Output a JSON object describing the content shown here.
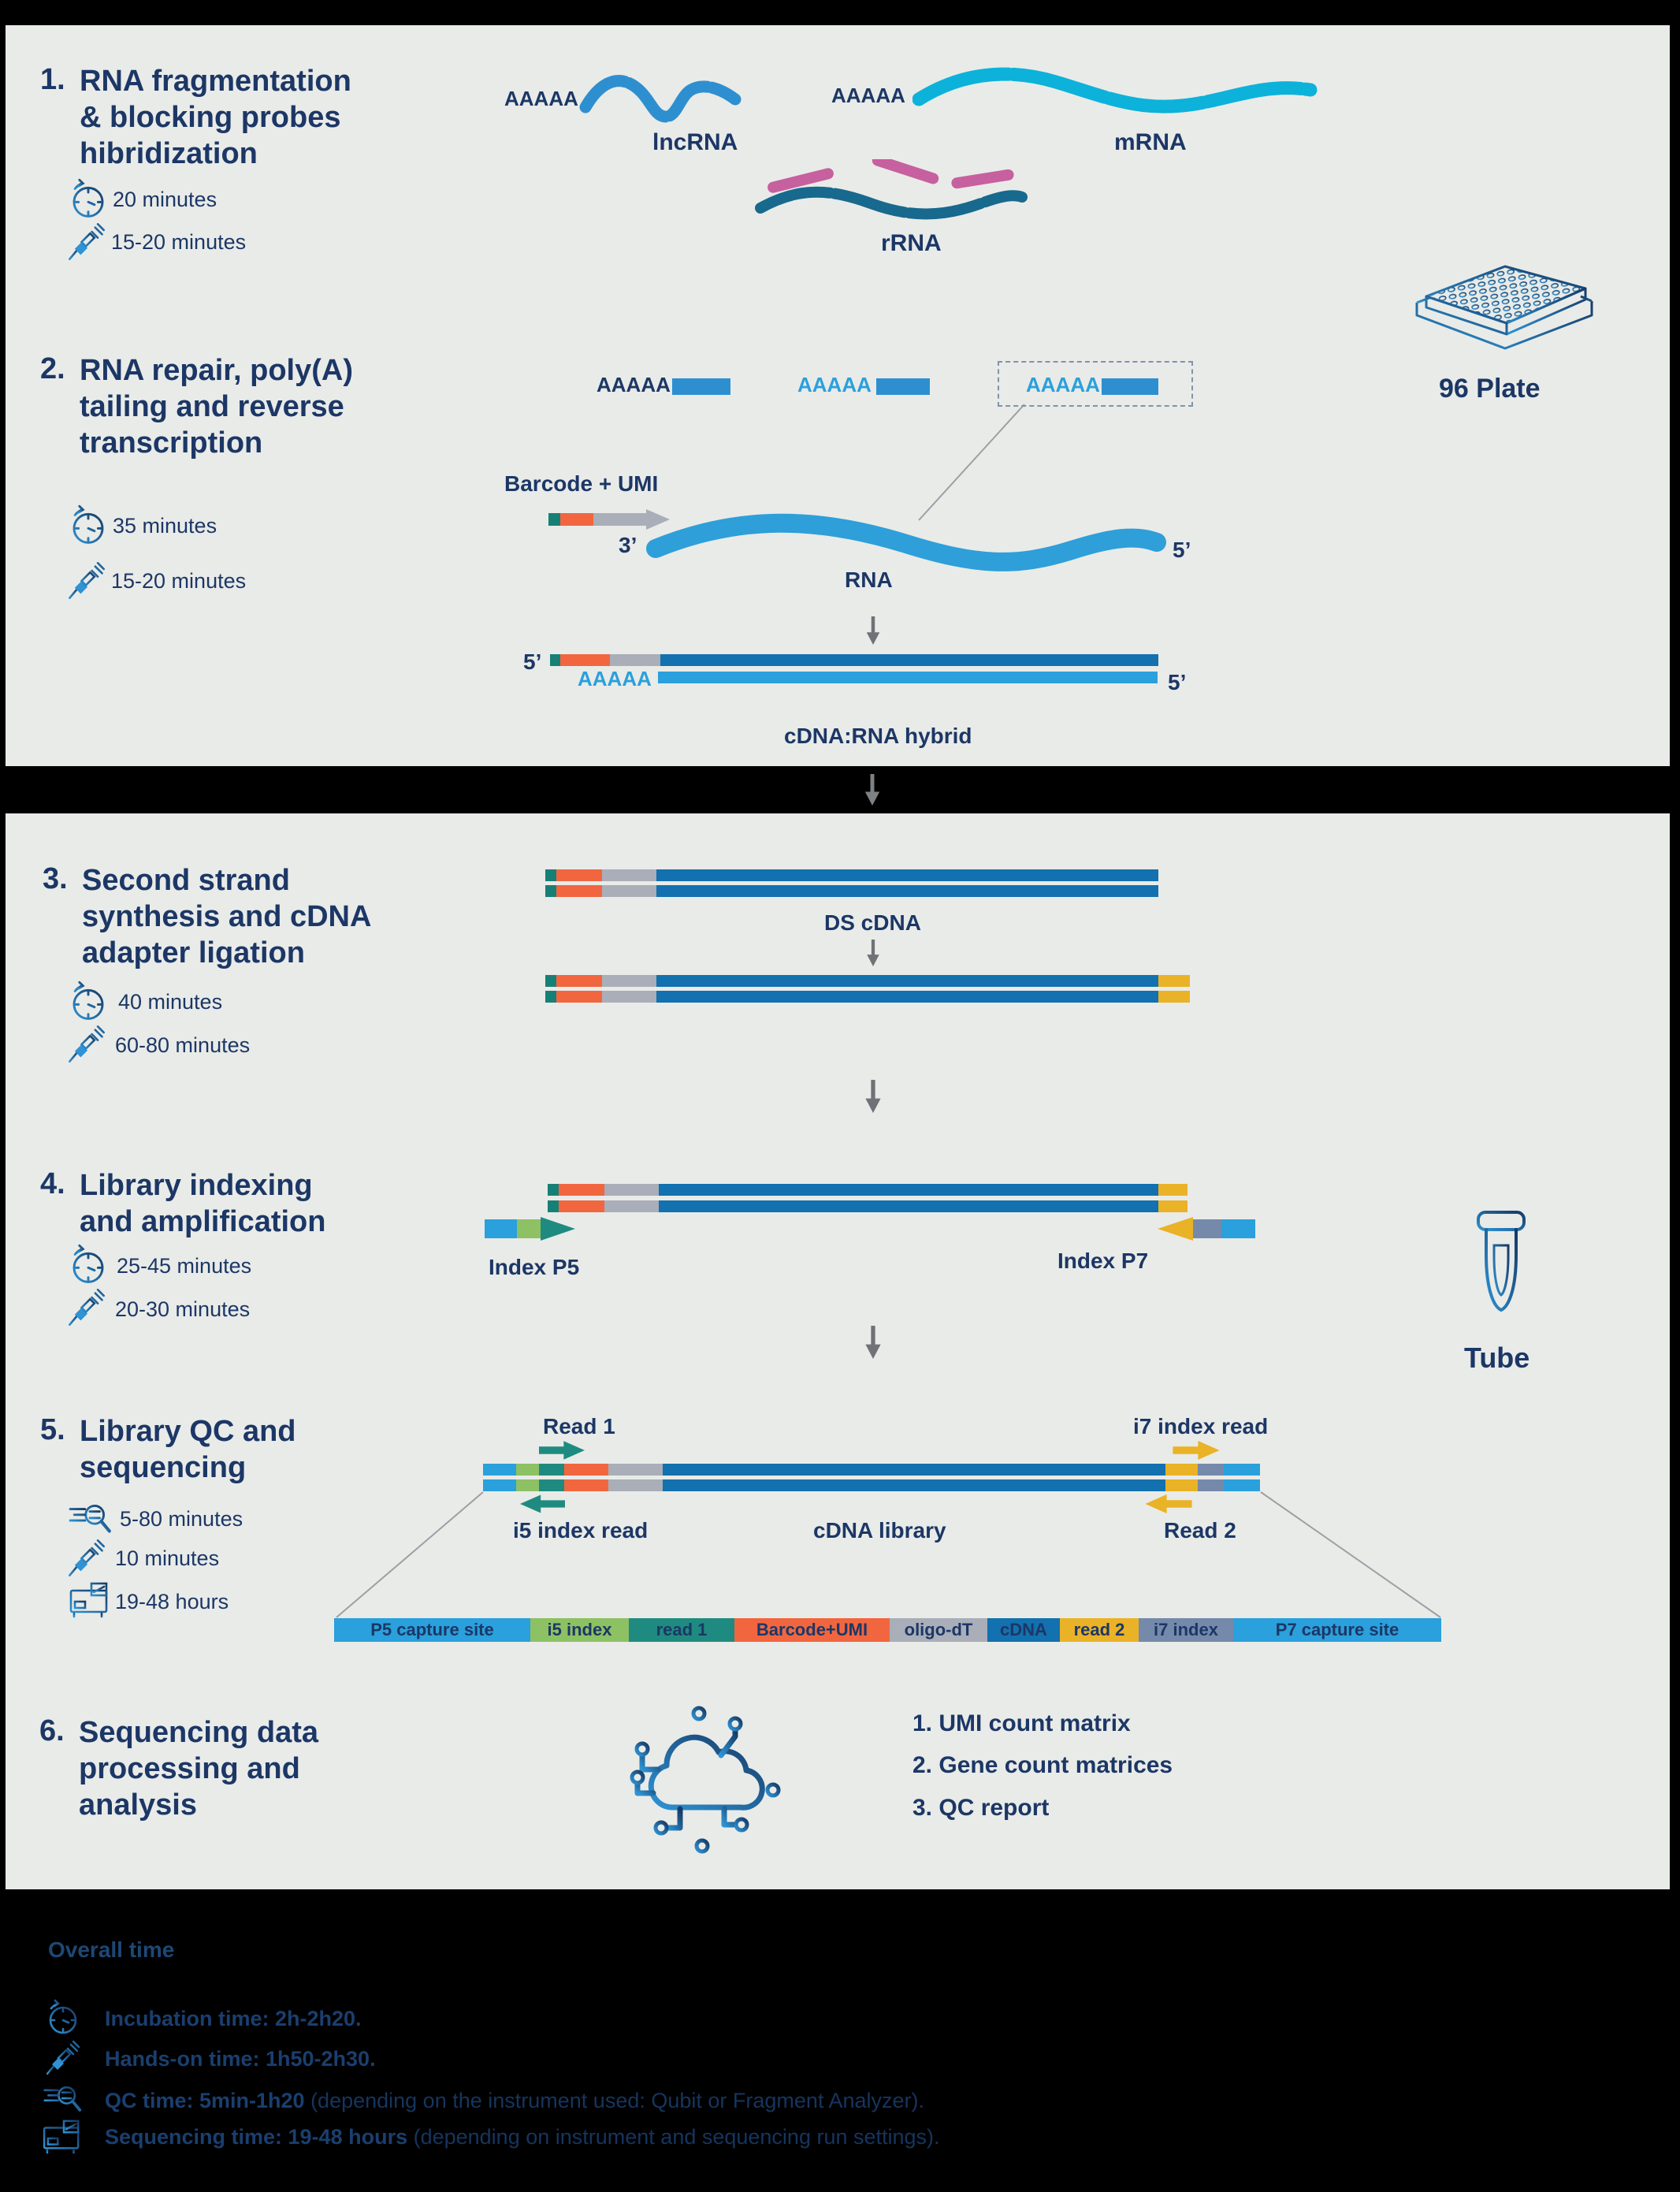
{
  "palette": {
    "panel": "#e9ebe8",
    "background": "#000000",
    "navy": "#1c3766",
    "blue": "#2e8fd0",
    "lightblue": "#2aa0dc",
    "cyan": "#0cb2da",
    "deepsea": "#17698e",
    "pink": "#c7609f",
    "teal": "#178076",
    "tealread": "#1f8b80",
    "orange": "#f2663f",
    "gray": "#a9aeb8",
    "darkblue": "#1271ae",
    "yellow": "#eab226",
    "green": "#8dc163",
    "slate": "#7589aa",
    "arrow": "#6f7276"
  },
  "steps": [
    {
      "num": "1.",
      "lines": [
        "RNA fragmentation",
        "& blocking probes",
        "hibridization"
      ],
      "times": [
        {
          "icon": "clock",
          "label": "20 minutes"
        },
        {
          "icon": "pipette",
          "label": "15-20 minutes"
        }
      ]
    },
    {
      "num": "2.",
      "lines": [
        "RNA repair, poly(A)",
        "tailing and reverse",
        "transcription"
      ],
      "times": [
        {
          "icon": "clock",
          "label": "35 minutes"
        },
        {
          "icon": "pipette",
          "label": "15-20 minutes"
        }
      ]
    },
    {
      "num": "3.",
      "lines": [
        "Second strand",
        "synthesis and cDNA",
        "adapter ligation"
      ],
      "times": [
        {
          "icon": "clock",
          "label": "40 minutes"
        },
        {
          "icon": "pipette",
          "label": "60-80 minutes"
        }
      ]
    },
    {
      "num": "4.",
      "lines": [
        "Library indexing",
        "and amplification"
      ],
      "times": [
        {
          "icon": "clock",
          "label": "25-45 minutes"
        },
        {
          "icon": "pipette",
          "label": "20-30 minutes"
        }
      ]
    },
    {
      "num": "5.",
      "lines": [
        "Library QC and",
        "sequencing"
      ],
      "times": [
        {
          "icon": "qc",
          "label": "5-80 minutes"
        },
        {
          "icon": "pipette",
          "label": "10 minutes"
        },
        {
          "icon": "sequencer",
          "label": "19-48 hours"
        }
      ]
    },
    {
      "num": "6.",
      "lines": [
        "Sequencing data",
        "processing and",
        "analysis"
      ],
      "times": []
    }
  ],
  "labels": {
    "aaaaa": "AAAAA",
    "lncrna": "lncRNA",
    "mrna": "mRNA",
    "rrna": "rRNA",
    "plate": "96 Plate",
    "barcode": "Barcode + UMI",
    "rna": "RNA",
    "p3": "3’",
    "p5": "5’",
    "hybrid": "cDNA:RNA hybrid",
    "ds": "DS cDNA",
    "ip5": "Index P5",
    "ip7": "Index P7",
    "tube": "Tube",
    "read1": "Read 1",
    "read2": "Read 2",
    "i5read": "i5 index read",
    "i7read": "i7 index read",
    "lib": "cDNA library"
  },
  "seq_bar": {
    "segments": [
      {
        "label": "P5 capture site",
        "color": "#2aa0dc"
      },
      {
        "label": "i5 index",
        "color": "#8dc163"
      },
      {
        "label": "read 1",
        "color": "#1f8b80"
      },
      {
        "label": "Barcode+UMI",
        "color": "#f2663f"
      },
      {
        "label": "oligo-dT",
        "color": "#a9aeb8"
      },
      {
        "label": "cDNA",
        "color": "#1271ae"
      },
      {
        "label": "read 2",
        "color": "#eab226"
      },
      {
        "label": "i7 index",
        "color": "#7589aa"
      },
      {
        "label": "P7 capture site",
        "color": "#2aa0dc"
      }
    ]
  },
  "outputs": [
    "1. UMI count matrix",
    "2. Gene count matrices",
    "3. QC report"
  ],
  "overall": {
    "heading": "Overall time",
    "rows": [
      {
        "icon": "clock",
        "bold": "Incubation time: 2h-2h20.",
        "rest": ""
      },
      {
        "icon": "pipette",
        "bold": "Hands-on time: 1h50-2h30.",
        "rest": ""
      },
      {
        "icon": "qc",
        "bold": "QC time: 5min-1h20",
        "rest": " (depending on the instrument used: Qubit or Fragment Analyzer)."
      },
      {
        "icon": "sequencer",
        "bold": "Sequencing time: 19-48 hours",
        "rest": " (depending on instrument and sequencing run settings)."
      }
    ]
  }
}
